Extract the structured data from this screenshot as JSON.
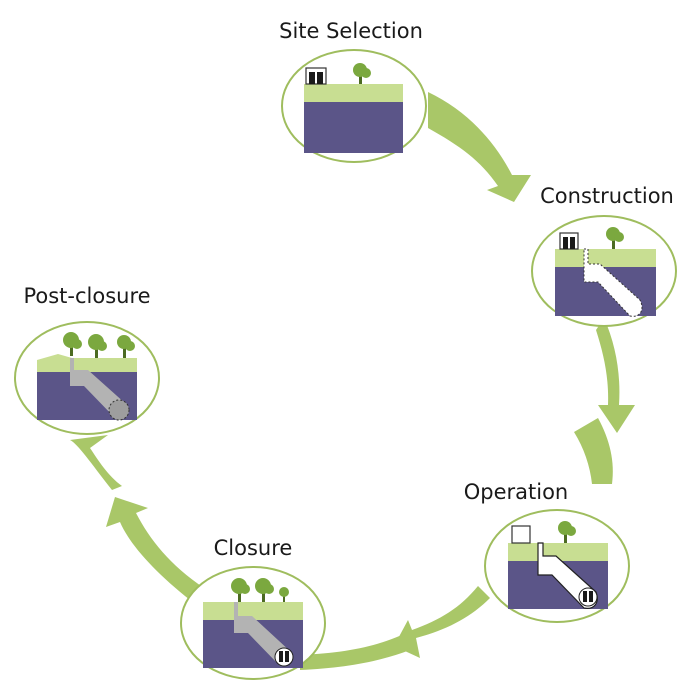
{
  "stages": [
    {
      "id": "site-selection",
      "label": "Site Selection"
    },
    {
      "id": "construction",
      "label": "Construction"
    },
    {
      "id": "operation",
      "label": "Operation"
    },
    {
      "id": "closure",
      "label": "Closure"
    },
    {
      "id": "post-closure",
      "label": "Post-closure"
    }
  ],
  "colors": {
    "arrow": "#a9c768",
    "ring_border": "#9fbd5e",
    "surface_light": "#c8de92",
    "surface_dark": "#a9c768",
    "bedrock": "#5b5588",
    "tree_foliage": "#7ba83f",
    "tree_trunk": "#4c6b22",
    "tunnel": "#ffffff",
    "backfill": "#b3b3b3",
    "canister": "#1a1a1a"
  },
  "icons": [
    "building-icon",
    "tree-icon",
    "tunnel-icon",
    "canister-icon"
  ]
}
